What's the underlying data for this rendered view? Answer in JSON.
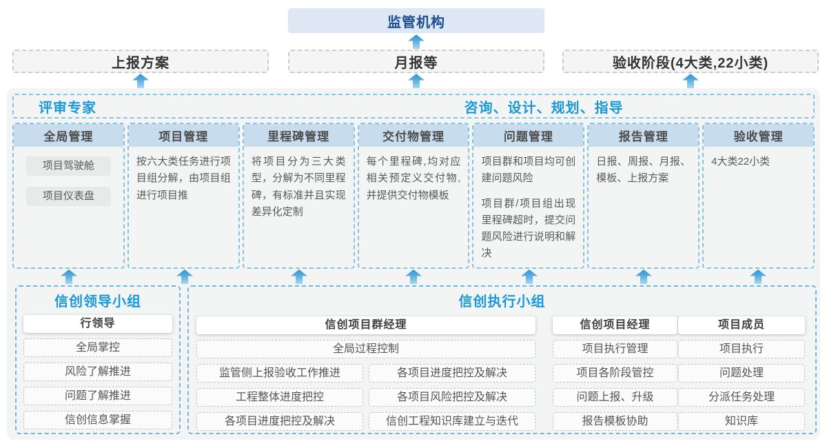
{
  "colors": {
    "accent_blue": "#1b98d8",
    "navy": "#1d4d8f",
    "column_header_fill": "#c7dcec",
    "regulator_fill": "#dde8f4",
    "panel_gray": "#f3f4f4",
    "dashed_blue_border": "#85c3e3"
  },
  "top": {
    "regulator": "监管机构"
  },
  "row2": {
    "report_plan": "上报方案",
    "monthly_report": "月报等",
    "acceptance_stage": "验收阶段(4大类,22小类)"
  },
  "experts": {
    "left_label": "评审专家",
    "center_label": "咨询、设计、规划、指导"
  },
  "columns": [
    {
      "title": "全局管理",
      "pills": [
        "项目驾驶舱",
        "项目仪表盘"
      ]
    },
    {
      "title": "项目管理",
      "paragraphs": [
        "按六大类任务进行项目组分解，由项目组进行项目推"
      ]
    },
    {
      "title": "里程碑管理",
      "paragraphs": [
        "将项目分为三大类型，分解为不同里程碑，有标准并且实现差异化定制"
      ]
    },
    {
      "title": "交付物管理",
      "paragraphs": [
        "每个里程碑,均对应相关预定义交付物,并提供交付物模板"
      ]
    },
    {
      "title": "问题管理",
      "paragraphs": [
        "项目群和项目均可创建问题风险",
        "项目群/项目组出现里程碑超时，提交问题风险进行说明和解决"
      ]
    },
    {
      "title": "报告管理",
      "paragraphs": [
        "日报、周报、月报、模板、上报方案"
      ]
    },
    {
      "title": "验收管理",
      "paragraphs": [
        "4大类22小类"
      ]
    }
  ],
  "bottom": {
    "leader_group": {
      "title": "信创领导小组",
      "role": "行领导",
      "items": [
        "全局掌控",
        "风险了解推进",
        "问题了解推进",
        "信创信息掌握"
      ]
    },
    "exec_group": {
      "title": "信创执行小组",
      "program_manager": {
        "role": "信创项目群经理",
        "full_item": "全局过程控制",
        "left_items": [
          "监管侧上报验收工作推进",
          "工程整体进度把控",
          "各项目进度把控及解决"
        ],
        "right_items": [
          "各项目进度把控及解决",
          "各项目风险把控及解决",
          "信创工程知识库建立与迭代"
        ]
      },
      "project_manager": {
        "role": "信创项目经理",
        "items": [
          "项目执行管理",
          "项目各阶段管控",
          "问题上报、升级",
          "报告模板协助"
        ]
      },
      "member": {
        "role": "项目成员",
        "items": [
          "项目执行",
          "问题处理",
          "分派任务处理",
          "知识库"
        ]
      }
    }
  }
}
